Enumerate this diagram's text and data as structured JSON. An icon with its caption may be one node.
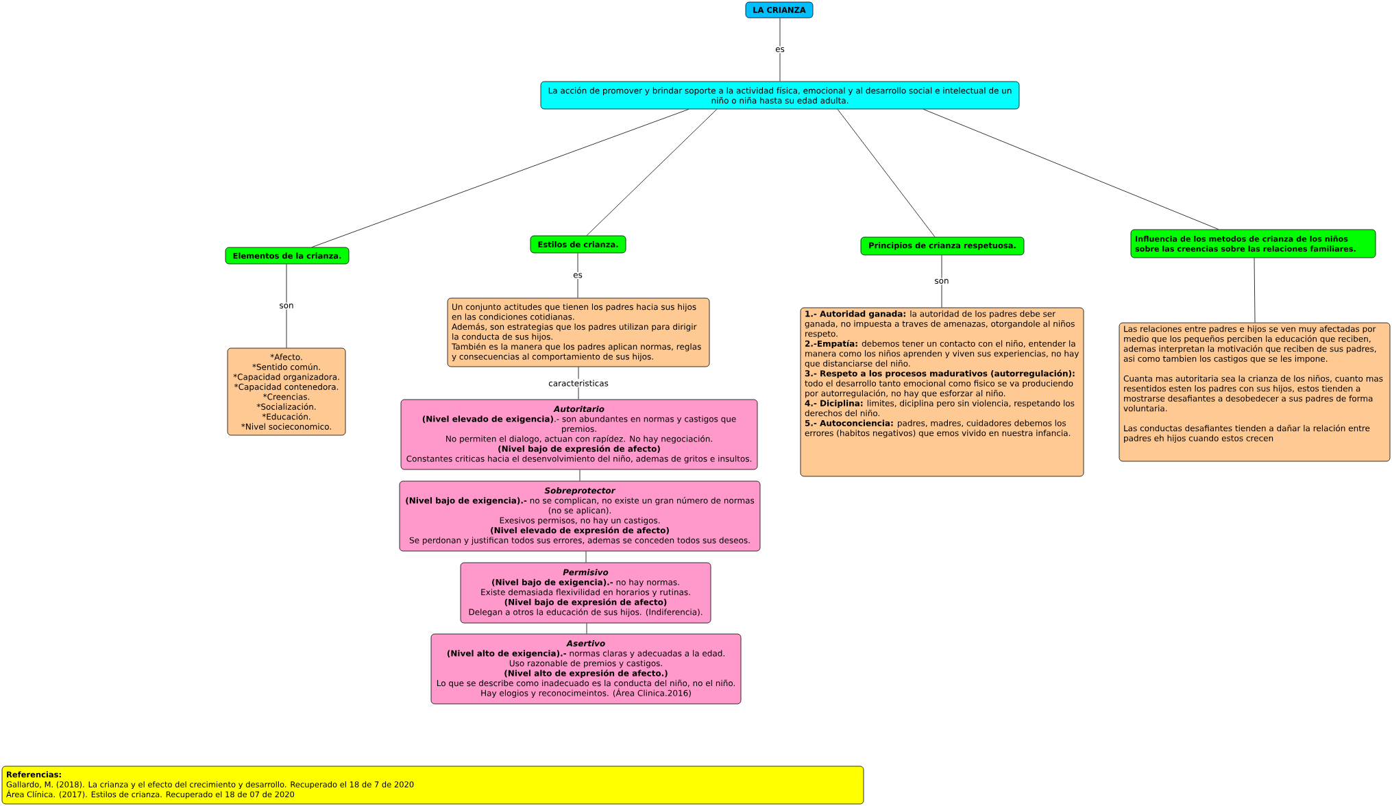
{
  "diagram": {
    "nodes": [
      {
        "text": [
          "LA CRIANZA"
        ]
      },
      {
        "text": [
          "La acción de promover y brindar soporte a la actividad física, emocional y al desarrollo social e intelectual de un niño o niña hasta su edad adulta."
        ]
      },
      {
        "text": [
          "Elementos de la crianza."
        ]
      },
      {
        "text": [
          "Estilos de crianza."
        ]
      },
      {
        "text": [
          "Principios de crianza respetuosa."
        ]
      },
      {
        "text": [
          "Influencia de los metodos de crianza de los niños sobre las creencias sobre las relaciones familiares."
        ]
      },
      {
        "text": [
          "*Afecto.",
          "*Sentido común.",
          "*Capacidad organizadora.",
          "*Capacidad contenedora.",
          "*Creencias.",
          "*Socialización.",
          "*Educación.",
          "*Nivel socieconomico."
        ]
      },
      {
        "text": [
          "Un conjunto actitudes que tienen los padres hacia sus hijos en las condiciones cotidianas.",
          "Además, son estrategias que los padres utilizan para dirigir la conducta de sus hijos.",
          "También es la manera que los padres aplican normas, reglas y consecuencias al comportamiento de sus hijos."
        ]
      },
      {
        "text": [
          "Autoritario",
          "**(Nivel elevado de exigencia)**.- son abundantes en normas y castigos que premios.",
          "No permiten el dialogo, actuan con rapídez. No hay negociación.",
          "(Nivel bajo de expresión de afecto)",
          "Constantes criticas hacia el desenvolvimiento del niño, ademas de gritos e insultos."
        ]
      },
      {
        "text": [
          "Sobreprotector",
          "**(Nivel bajo de exigencia).-** no se complican, no existe un gran número de normas (no se aplican).",
          "Exesivos permisos, no hay un castigos.",
          "(Nivel elevado de expresión de afecto)",
          "Se perdonan y justifican todos sus errores, ademas se conceden todos sus deseos."
        ]
      },
      {
        "text": [
          "Permisivo",
          "**(Nivel bajo de exigencia).-** no hay normas.",
          "Existe demasiada flexivilidad en horarios y rutinas.",
          "(Nivel bajo de expresión de afecto)",
          "Delegan a otros la educación de sus hijos. (Indiferencia)."
        ]
      },
      {
        "text": [
          "Asertivo",
          "**(Nivel alto de exigencia).-** normas claras y adecuadas a la edad.",
          "Uso razonable de premios y castigos.",
          "(Nivel alto de expresión de afecto.)",
          "Lo que se describe como inadecuado es la conducta del niño, no el niño.",
          "Hay elogios y reconocimeintos. (Área Clinica.2016)"
        ]
      },
      {
        "text": [
          "**1.- Autoridad ganada:** la autoridad de los padres debe ser ganada, no impuesta a traves de amenazas, otorgandole al niños respeto.",
          "**2.-Empatía:** debemos tener un contacto con el niño, entender la manera como los niños aprenden y viven sus experiencias, no hay que distanciarse del niño.",
          "**3.- Respeto a los procesos madurativos (autorregulación):** todo el desarrollo tanto emocional como fisico se va produciendo por autorregulación, no hay que esforzar al niño.",
          "**4.- Diciplina:** limites, diciplina pero sin violencia, respetando los derechos del niño.",
          "**5.- Autoconciencia:** padres, madres, cuidadores debemos los errores (habitos negativos) que emos vivido en nuestra infancia."
        ]
      },
      {
        "text": [
          "Las relaciones entre padres e hijos se ven muy afectadas por medio que los pequeños perciben la educación que reciben, ademas interpretan la motivación que reciben de sus padres, asi como tambien los castigos que se les impone.",
          "Cuanta mas autoritaria sea la crianza de los niños, cuanto mas resentidos esten los padres con sus hijos, estos tienden a mostrarse desafiantes a desobedecer a sus padres de forma voluntaria.",
          "Las conductas desafiantes tienden a dañar la relación entre padres eh hijos cuando estos crecen"
        ]
      },
      {
        "text": [
          "Referencias:",
          "Gallardo, M. (2018). La crianza y el efecto del crecimiento y desarrollo. Recuperado el 18 de 7 de 2020",
          "Área Clínica. (2017). Estilos de crianza. Recuperado el 18 de 07 de 2020"
        ]
      }
    ],
    "edges": [
      {
        "from": 0,
        "to": 1,
        "arrow": "none",
        "label": "es"
      },
      {
        "from": 1,
        "to": 2,
        "arrow": "none"
      },
      {
        "from": 1,
        "to": 3,
        "arrow": "none"
      },
      {
        "from": 1,
        "to": 4,
        "arrow": "none"
      },
      {
        "from": 1,
        "to": 5,
        "arrow": "none"
      },
      {
        "from": 2,
        "to": 6,
        "arrow": "none",
        "label": "son"
      },
      {
        "from": 3,
        "to": 7,
        "arrow": "none",
        "label": "es"
      },
      {
        "from": 7,
        "to": 8,
        "arrow": "none",
        "label": "caracteristicas"
      },
      {
        "from": 8,
        "to": 9,
        "arrow": "none"
      },
      {
        "from": 9,
        "to": 10,
        "arrow": "none"
      },
      {
        "from": 10,
        "to": 11,
        "arrow": "none"
      },
      {
        "from": 4,
        "to": 12,
        "arrow": "none",
        "label": "son"
      },
      {
        "from": 5,
        "to": 13,
        "arrow": "none"
      }
    ]
  }
}
